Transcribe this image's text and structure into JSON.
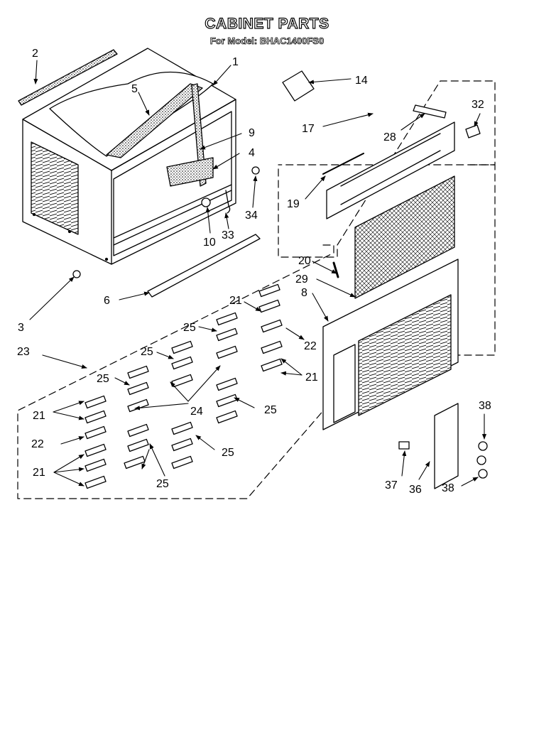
{
  "header": {
    "title": "CABINET PARTS",
    "subtitle": "For Model: BHAC1400FS0"
  },
  "callouts": [
    {
      "id": "c1",
      "label": "1"
    },
    {
      "id": "c2",
      "label": "2"
    },
    {
      "id": "c3",
      "label": "3"
    },
    {
      "id": "c4",
      "label": "4"
    },
    {
      "id": "c5",
      "label": "5"
    },
    {
      "id": "c6",
      "label": "6"
    },
    {
      "id": "c8",
      "label": "8"
    },
    {
      "id": "c9",
      "label": "9"
    },
    {
      "id": "c10",
      "label": "10"
    },
    {
      "id": "c14",
      "label": "14"
    },
    {
      "id": "c17",
      "label": "17"
    },
    {
      "id": "c19",
      "label": "19"
    },
    {
      "id": "c20",
      "label": "20"
    },
    {
      "id": "c21a",
      "label": "21"
    },
    {
      "id": "c21b",
      "label": "21"
    },
    {
      "id": "c21c",
      "label": "21"
    },
    {
      "id": "c21d",
      "label": "21"
    },
    {
      "id": "c22a",
      "label": "22"
    },
    {
      "id": "c22b",
      "label": "22"
    },
    {
      "id": "c23",
      "label": "23"
    },
    {
      "id": "c24",
      "label": "24"
    },
    {
      "id": "c25a",
      "label": "25"
    },
    {
      "id": "c25b",
      "label": "25"
    },
    {
      "id": "c25c",
      "label": "25"
    },
    {
      "id": "c25d",
      "label": "25"
    },
    {
      "id": "c25e",
      "label": "25"
    },
    {
      "id": "c25f",
      "label": "25"
    },
    {
      "id": "c28",
      "label": "28"
    },
    {
      "id": "c29",
      "label": "29"
    },
    {
      "id": "c32",
      "label": "32"
    },
    {
      "id": "c33",
      "label": "33"
    },
    {
      "id": "c34",
      "label": "34"
    },
    {
      "id": "c36",
      "label": "36"
    },
    {
      "id": "c37",
      "label": "37"
    },
    {
      "id": "c38a",
      "label": "38"
    },
    {
      "id": "c38b",
      "label": "38"
    }
  ]
}
